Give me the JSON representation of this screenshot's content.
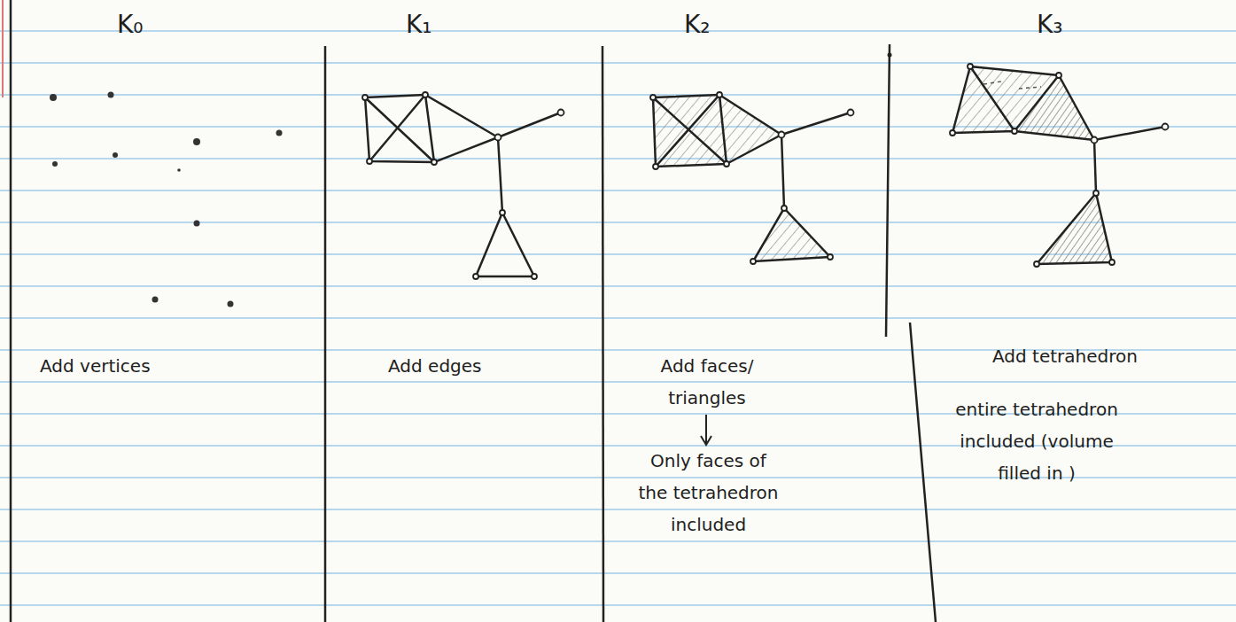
{
  "diagram": {
    "labels": [
      "K₀",
      "K₁",
      "K₂",
      "K₃",
      "Add vertices",
      "Add edges",
      "Add faces/ triangles",
      "Only faces of the tetrahedron included",
      "Add tetrahedron",
      "entire tetrahedron included (volume filled in )"
    ]
  }
}
